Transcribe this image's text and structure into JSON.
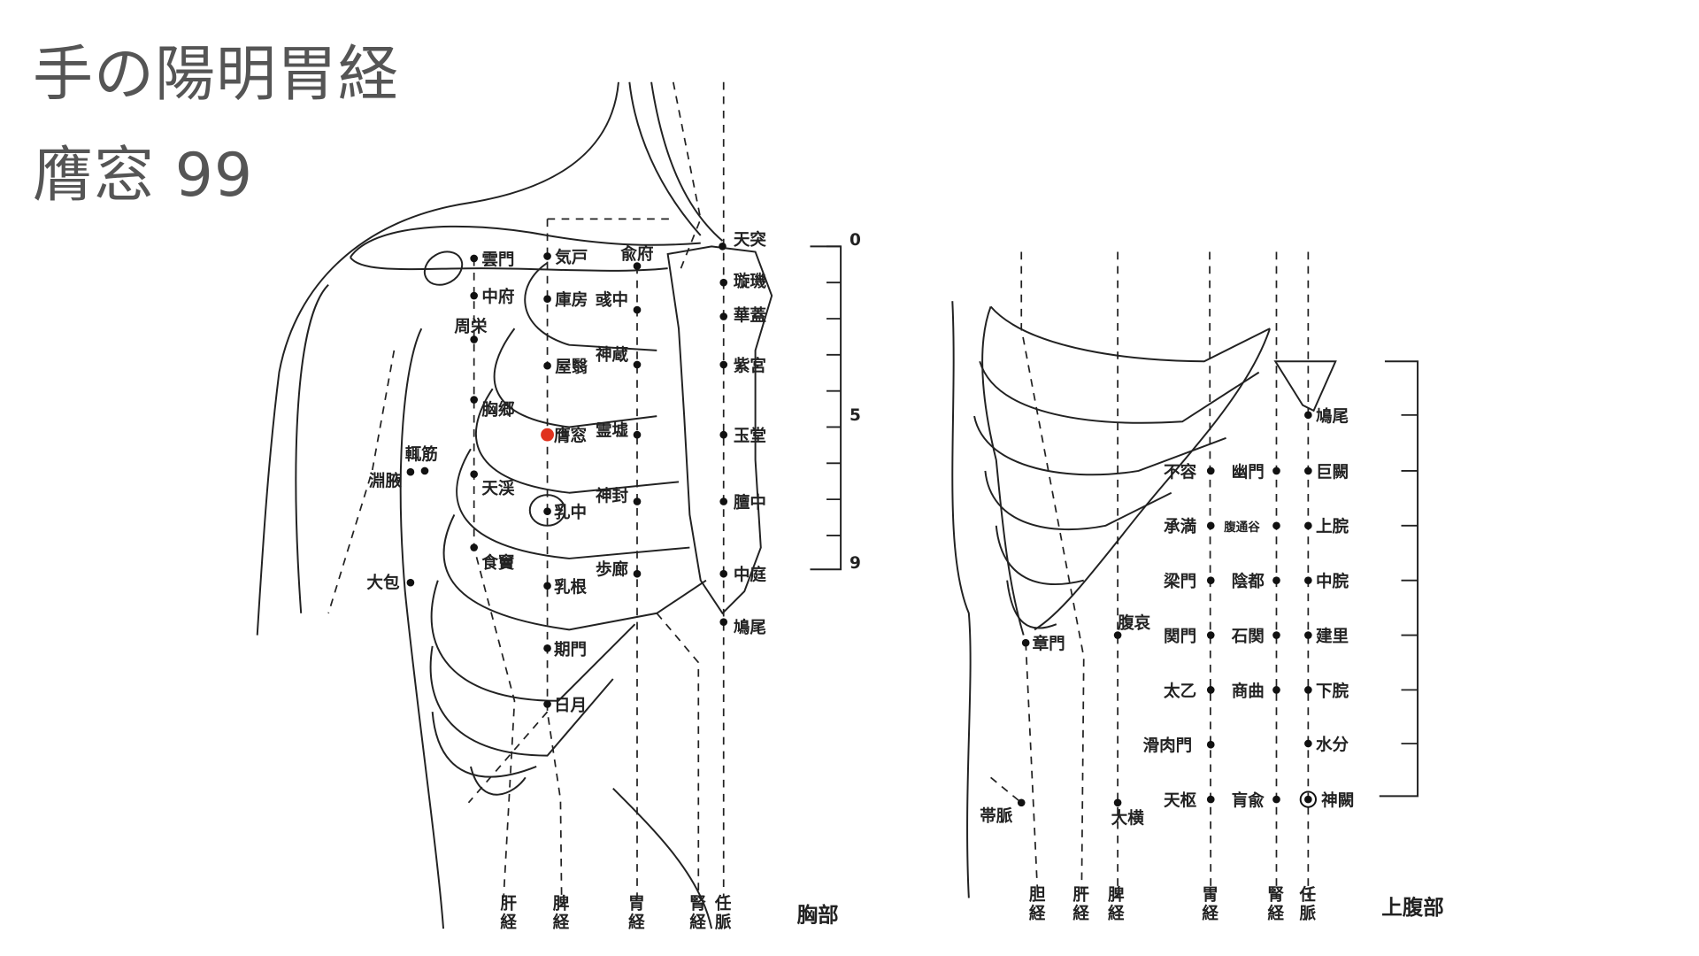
{
  "title": "手の陽明胃経",
  "subtitle": "膺窓 99",
  "highlight_color": "#e0321e",
  "chest": {
    "region_label": "胸部",
    "scale_labels": [
      "0",
      "5",
      "9"
    ],
    "points": [
      "天突",
      "璇璣",
      "華蓋",
      "紫宮",
      "玉堂",
      "膻中",
      "中庭",
      "鳩尾",
      "兪府",
      "彧中",
      "神蔵",
      "霊墟",
      "神封",
      "歩廊",
      "気戸",
      "庫房",
      "屋翳",
      "膺窓",
      "乳中",
      "乳根",
      "期門",
      "日月",
      "雲門",
      "中府",
      "周栄",
      "胸郷",
      "天渓",
      "食竇",
      "大包",
      "輒筋",
      "淵腋"
    ],
    "highlighted_point": "膺窓",
    "meridians": [
      [
        "肝",
        "経"
      ],
      [
        "脾",
        "経"
      ],
      [
        "胃",
        "経"
      ],
      [
        "腎",
        "経"
      ],
      [
        "任",
        "脈"
      ]
    ]
  },
  "abdomen": {
    "region_label": "上腹部",
    "points": [
      "鳩尾",
      "巨闕",
      "上脘",
      "中脘",
      "建里",
      "下脘",
      "水分",
      "神闕",
      "不容",
      "承満",
      "梁門",
      "関門",
      "太乙",
      "滑肉門",
      "天枢",
      "幽門",
      "腹通谷",
      "陰都",
      "石関",
      "商曲",
      "肓兪",
      "腹哀",
      "大横",
      "章門",
      "帯脈"
    ],
    "meridians": [
      [
        "胆",
        "経"
      ],
      [
        "肝",
        "経"
      ],
      [
        "脾",
        "経"
      ],
      [
        "胃",
        "経"
      ],
      [
        "腎",
        "経"
      ],
      [
        "任",
        "脈"
      ]
    ]
  }
}
